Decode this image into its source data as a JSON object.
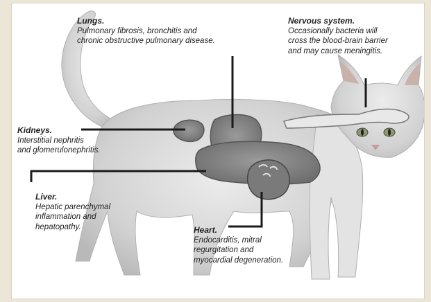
{
  "labels": {
    "lungs": {
      "title": "Lungs.",
      "line1": "Pulmonary fibrosis, bronchitis and",
      "line2": "chronic obstructive pulmonary disease."
    },
    "nervous": {
      "title": "Nervous system.",
      "line1": "Occasionally bacteria will",
      "line2": "cross the blood-brain barrier",
      "line3": "and may cause meningitis."
    },
    "kidneys": {
      "title": "Kidneys.",
      "line1": "Interstitial nephritis",
      "line2": "and glomerulonephritis."
    },
    "liver": {
      "title": "Liver.",
      "line1": "Hepatic parenchymal",
      "line2": "inflammation and",
      "line3": "hepatopathy."
    },
    "heart": {
      "title": "Heart.",
      "line1": "Endocarditis, mitral",
      "line2": "regurgitation and",
      "line3": "myocardial degeneration."
    }
  },
  "colors": {
    "background": "#ece6d8",
    "cat_fur": "#d9d9d9",
    "organ_fill": "#8a8a8a",
    "leader_line": "#1a1a1a"
  }
}
